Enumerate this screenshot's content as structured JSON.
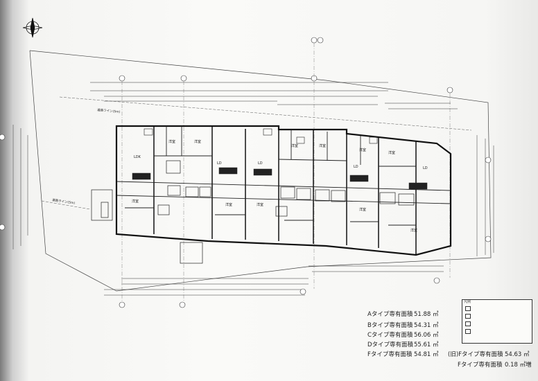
{
  "areas": [
    {
      "label": "Aタイプ専有面積",
      "value": "51.88 ㎡"
    },
    {
      "label": "Bタイプ専有面積",
      "value": "54.31 ㎡"
    },
    {
      "label": "Cタイプ専有面積",
      "value": "56.06 ㎡"
    },
    {
      "label": "Dタイプ専有面積",
      "value": "55.61 ㎡"
    },
    {
      "label": "Fタイプ専有面積",
      "value": "54.81 ㎡"
    }
  ],
  "notes": [
    {
      "label": "(旧)Fタイプ専有面積",
      "value": "54.63 ㎡"
    },
    {
      "label": "Fタイプ専有面積",
      "value": "0.18 ㎡増"
    }
  ],
  "unit_types": [
    "Aタイプ",
    "Bタイプ",
    "Cタイプ",
    "Dタイプ",
    "Fタイプ"
  ],
  "rooms": {
    "ldk": "LDK",
    "ld": "LD",
    "western": "洋室"
  },
  "setback_label": "道路ライン(5m)",
  "legend_title": "凡例"
}
